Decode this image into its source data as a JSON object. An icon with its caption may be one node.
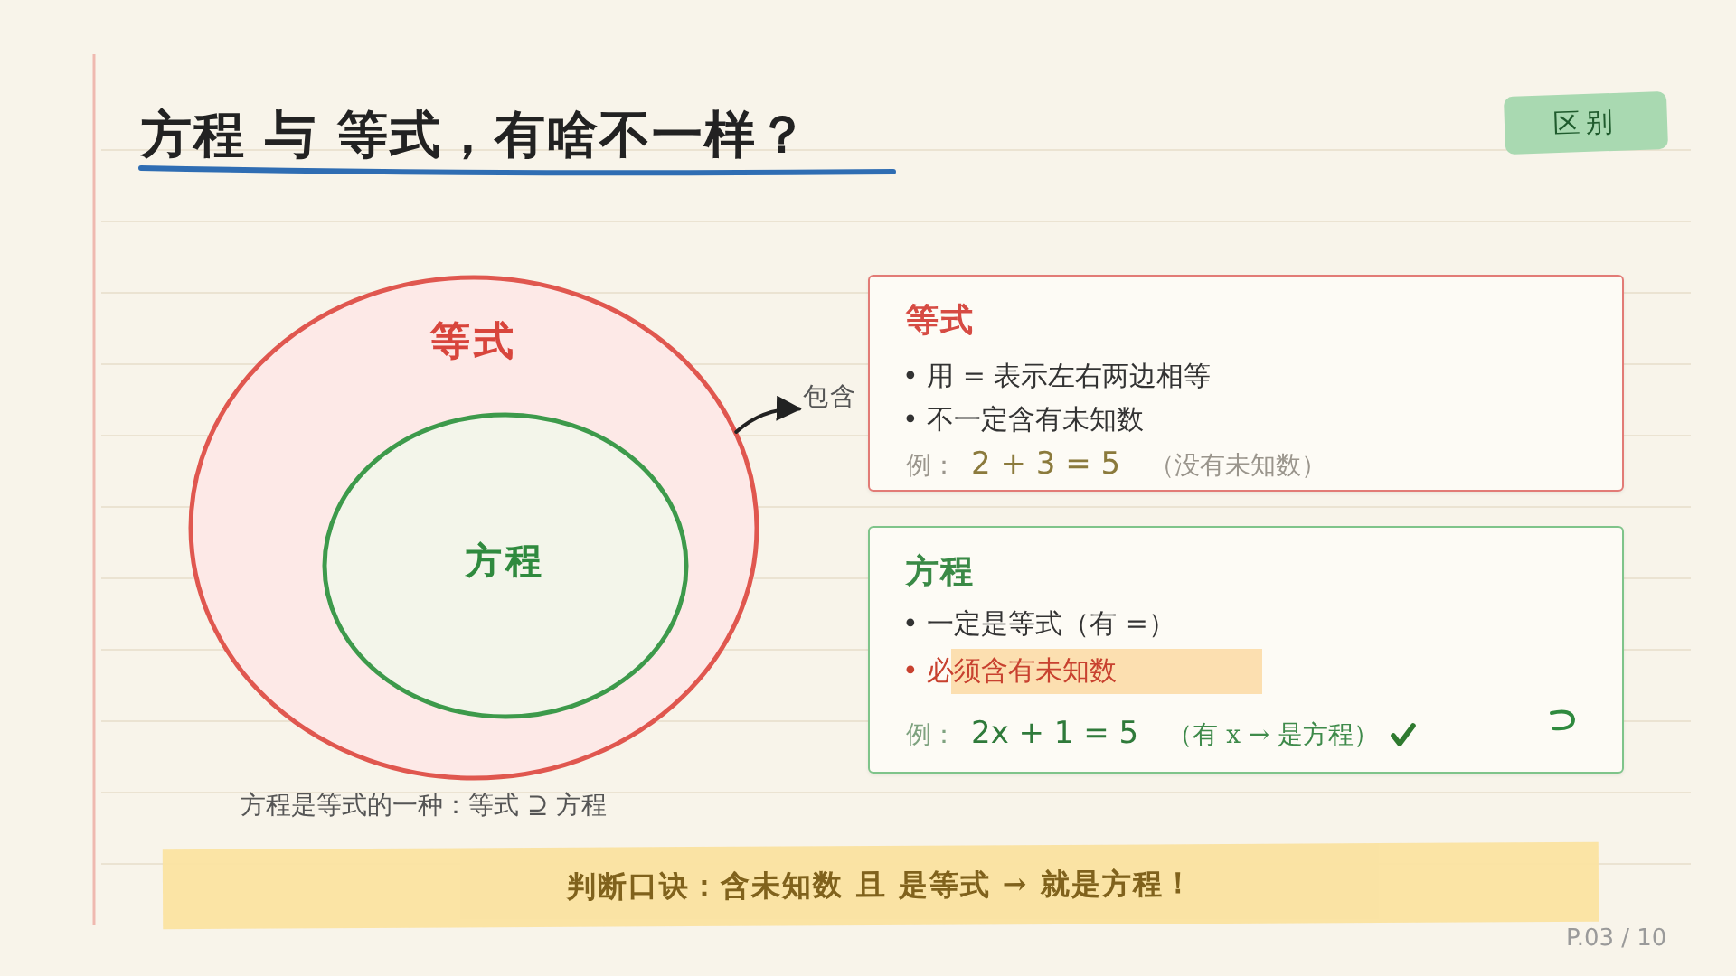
{
  "diagram": {
    "title": "方程 与 等式，有啥不一样？",
    "nodes": [
      {
        "text": [
          "区别"
        ]
      },
      {
        "text": [
          "等式"
        ]
      },
      {
        "text": [
          "方程"
        ],
        "in": 1
      },
      {
        "text": [
          "包含"
        ]
      },
      {
        "text": [
          "等式",
          "• 用 = 表示左右两边相等",
          "• 不一定含有未知数",
          "例：",
          "2 + 3 = 5",
          "（没有未知数）"
        ]
      },
      {
        "text": [
          "方程",
          "• 一定是等式（有 =）",
          "• 必须含有未知数",
          "例：",
          "2x + 1 = 5",
          "（有 x → 是方程）"
        ]
      },
      {
        "text": [
          "判断口诀：含未知数 且 是等式 → 就是方程！"
        ]
      }
    ],
    "edges": [
      {
        "from": 1,
        "to": 3,
        "arrow": "to"
      }
    ],
    "labels": [
      "方程是等式的一种：等式 ⊇ 方程",
      "P.03 / 10"
    ]
  }
}
